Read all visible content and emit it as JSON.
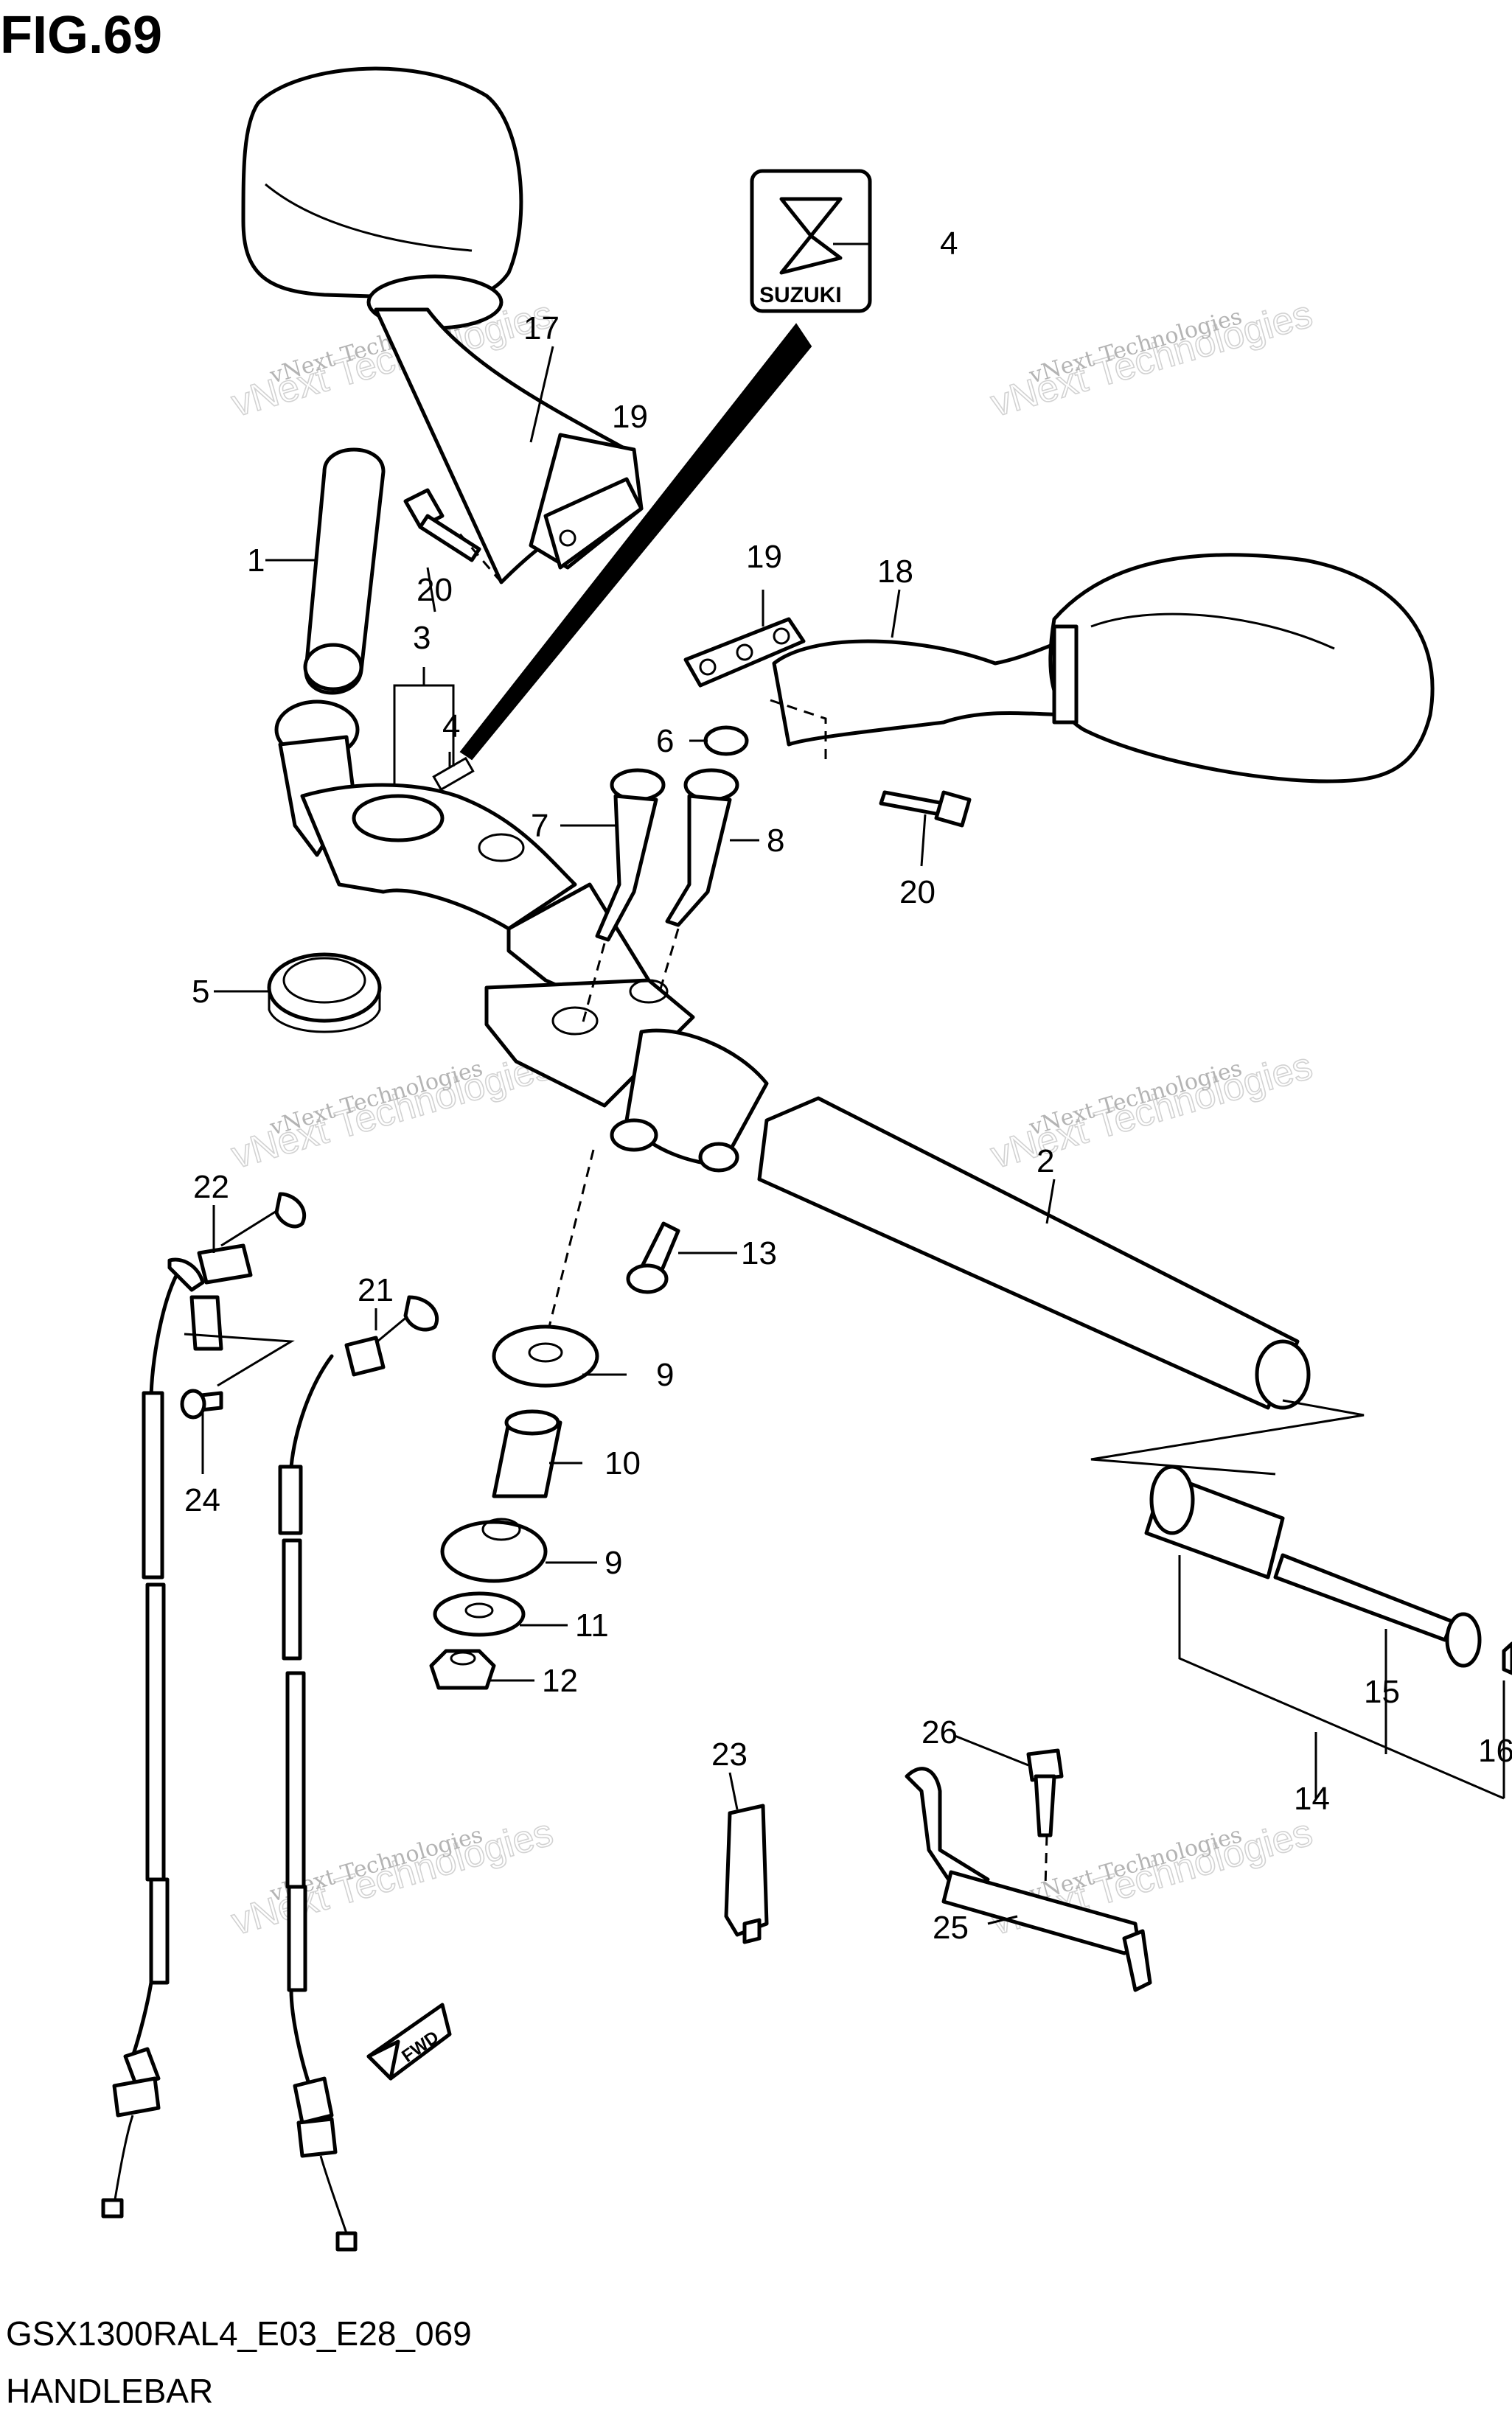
{
  "figure_title": "FIG.69",
  "model_code": "GSX1300RAL4_E03_E28_069",
  "section_title": "HANDLEBAR",
  "watermark_line1": "vNext Technologies",
  "watermark_line2": "vNext Technologies",
  "logo_text": "SUZUKI",
  "fwd_text": "FWD",
  "callouts": {
    "c1": "1",
    "c2": "2",
    "c3": "3",
    "c4a": "4",
    "c4b": "4",
    "c5": "5",
    "c6": "6",
    "c7": "7",
    "c8": "8",
    "c9a": "9",
    "c9b": "9",
    "c10": "10",
    "c11": "11",
    "c12": "12",
    "c13": "13",
    "c14": "14",
    "c15": "15",
    "c16": "16",
    "c17": "17",
    "c18": "18",
    "c19a": "19",
    "c19b": "19",
    "c20a": "20",
    "c20b": "20",
    "c21": "21",
    "c22": "22",
    "c23": "23",
    "c24": "24",
    "c25": "25",
    "c26": "26"
  }
}
